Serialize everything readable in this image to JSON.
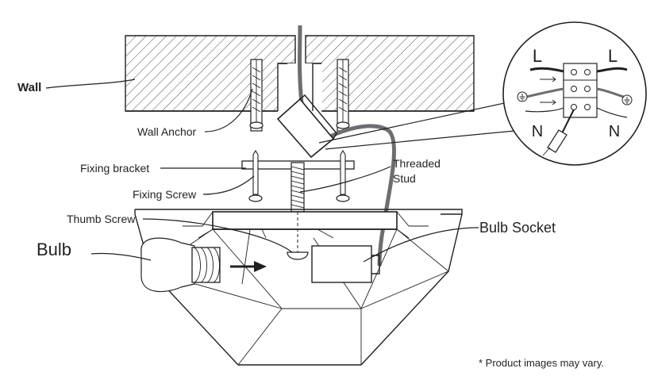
{
  "labels": {
    "wall": "Wall",
    "wall_anchor": "Wall Anchor",
    "fixing_bracket": "Fixing bracket",
    "fixing_screw": "Fixing Screw",
    "thumb_screw": "Thumb Screw",
    "bulb": "Bulb",
    "threaded_stud_line1": "Threaded",
    "threaded_stud_line2": "Stud",
    "bulb_socket": "Bulb Socket",
    "disclaimer": "* Product images may vary."
  },
  "inset": {
    "live_left": "L",
    "live_right": "L",
    "neutral_left": "N",
    "neutral_right": "N"
  },
  "colors": {
    "line": "#231f20",
    "cable": "#6d6e71",
    "hatch": "#231f20",
    "background": "#ffffff"
  },
  "icons": {
    "earth_left": "earth-ground-icon",
    "earth_right": "earth-ground-icon",
    "screwdriver": "screwdriver-icon",
    "arrow": "arrow-right-icon"
  }
}
